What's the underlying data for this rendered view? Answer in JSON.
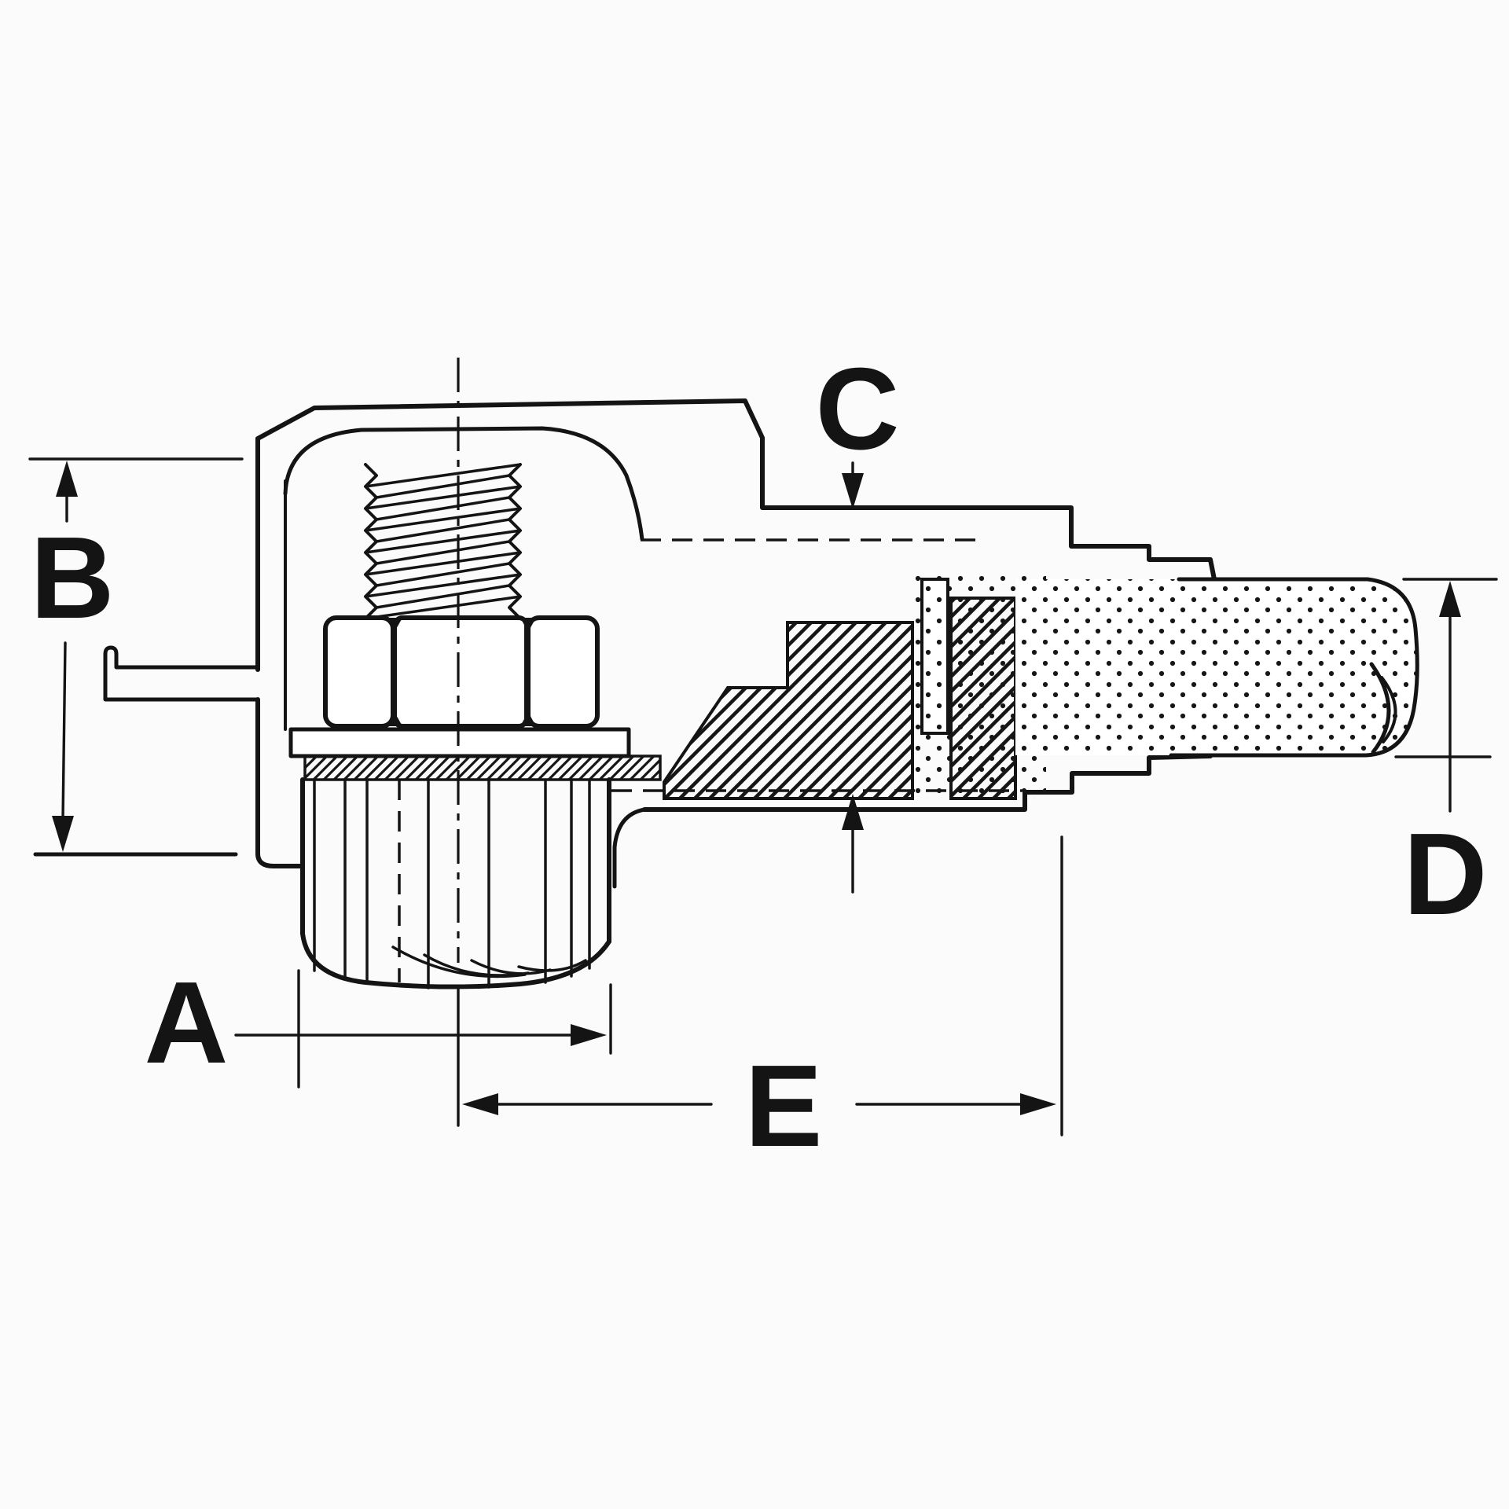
{
  "diagram": {
    "kind": "technical-cross-section-drawing",
    "dimension_labels": {
      "a": "A",
      "b": "B",
      "c": "C",
      "d": "D",
      "e": "E"
    },
    "colors": {
      "ink": "#141414",
      "paper": "#fbfbfb"
    }
  }
}
